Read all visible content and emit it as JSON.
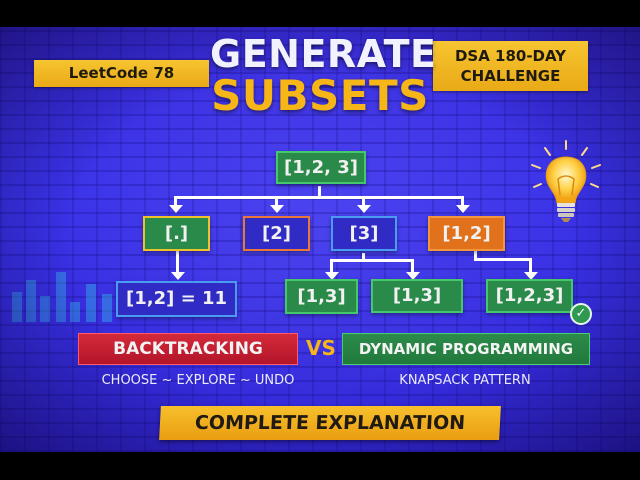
{
  "badges": {
    "leetcode": "LeetCode 78",
    "challenge_line1": "DSA 180-DAY",
    "challenge_line2": "CHALLENGE"
  },
  "title": {
    "line1": "GENERATE",
    "line2": "SUBSETS"
  },
  "tree": {
    "root": "[1,2, 3]",
    "level1": [
      "[.]",
      "[2]",
      "[3]",
      "[1,2]"
    ],
    "level2": {
      "left": "[1,2] = 11",
      "mid_a": "[1,3]",
      "mid_b": "[1,3]",
      "right": "[1,2,3]"
    },
    "check_glyph": "✓"
  },
  "comparison": {
    "left_label": "BACKTRACKING",
    "vs_label": "VS",
    "right_label": "DYNAMIC PROGRAMMING",
    "left_sub": "CHOOSE ~ EXPLORE ~ UNDO",
    "right_sub": "KNAPSACK PATTERN"
  },
  "footer": {
    "label": "COMPLETE EXPLANATION"
  },
  "colors": {
    "background_blue": "#3a33e8",
    "accent_yellow": "#f7b617",
    "node_green": "#2a8a4a",
    "node_orange": "#e2711c",
    "backtracking_red": "#c81f33"
  },
  "icons": {
    "lightbulb": "lightbulb-icon",
    "check": "check-circle-icon"
  }
}
